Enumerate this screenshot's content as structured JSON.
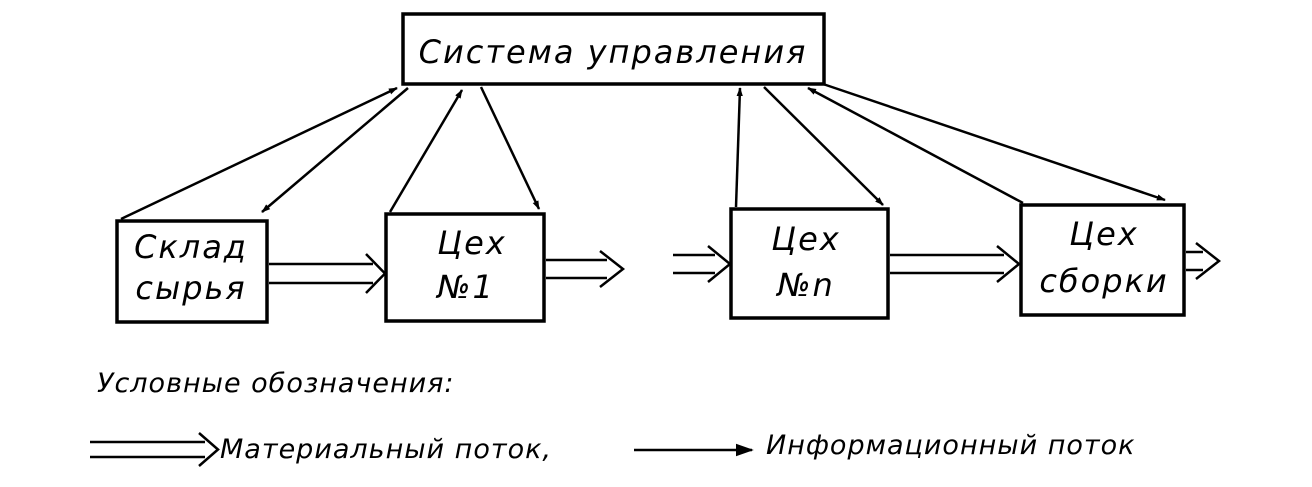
{
  "nodes": {
    "control": "Система управления",
    "warehouse": [
      "Склад",
      "сырья"
    ],
    "shop1": [
      "Цех",
      "№1"
    ],
    "shopn": [
      "Цех",
      "№n"
    ],
    "assembly": [
      "Цех",
      "сборки"
    ]
  },
  "legend": {
    "title": "Условные обозначения:",
    "material": "Материальный поток,",
    "information": "Информационный поток"
  }
}
